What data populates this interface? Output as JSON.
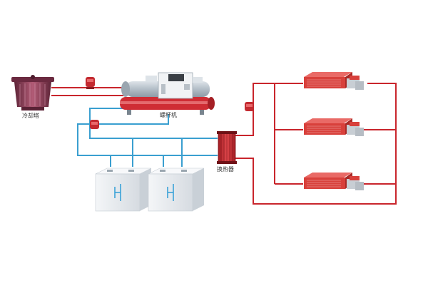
{
  "labels": {
    "cooling_tower": "冷却塔",
    "screw_chiller": "螺杆机",
    "heat_exchanger": "换热器"
  },
  "colors": {
    "red_pipe": "#c9252c",
    "blue_pipe": "#3a9fd0",
    "tower_body": "#8a3b53",
    "chiller_body": "#c1cbd3",
    "chiller_red": "#cf2d34",
    "fan_coil_red": "#d8403b",
    "storage_tank": "#e4e8ed",
    "tank_mark": "#3aa2d8"
  },
  "components": {
    "fan_coil_units": 3,
    "storage_tanks": 2,
    "pumps": 3
  }
}
